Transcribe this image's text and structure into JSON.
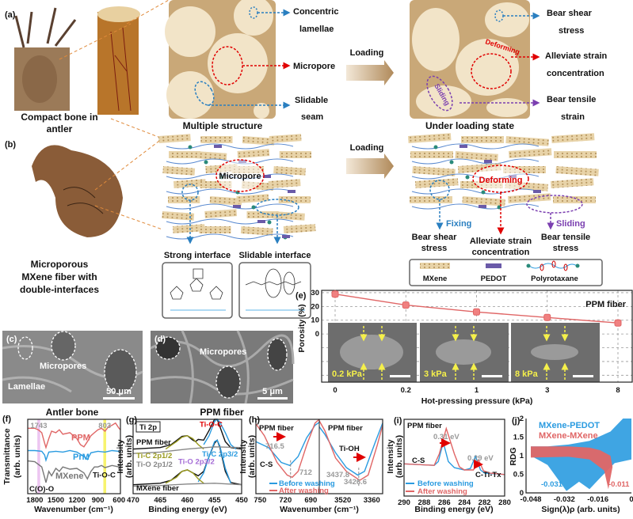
{
  "panel_a": {
    "label": "(a)",
    "deer_caption": [
      "Compact bone in",
      "antler"
    ],
    "structure_caption": "Multiple structure",
    "loaded_caption": "Under loading state",
    "loading": "Loading",
    "left_callouts": {
      "lamellae": [
        "Concentric",
        "lamellae"
      ],
      "micropore": "Micropore",
      "seam": [
        "Slidable",
        "seam"
      ]
    },
    "right_callouts": {
      "shear": [
        "Bear shear",
        "stress"
      ],
      "strain": [
        "Alleviate strain",
        "concentration"
      ],
      "tensile": [
        "Bear tensile",
        "strain"
      ]
    },
    "inset_tags": {
      "deforming": "Deforming",
      "sliding": "Sliding"
    }
  },
  "panel_b": {
    "label": "(b)",
    "fiber_caption": [
      "Microporous",
      "MXene fiber with",
      "double-interfaces"
    ],
    "micropore": "Micropore",
    "strong_interface": "Strong interface",
    "slidable_interface": "Slidable interface",
    "loading": "Loading",
    "deforming": "Deforming",
    "fixing": "Fixing",
    "sliding": "Sliding",
    "outcomes": {
      "shear": [
        "Bear shear",
        "stress"
      ],
      "strain": [
        "Alleviate strain",
        "concentration"
      ],
      "tensile": [
        "Bear tensile",
        "stress"
      ]
    },
    "legend": [
      "MXene",
      "PEDOT",
      "Polyrotaxane"
    ]
  },
  "panel_c": {
    "label": "(c)",
    "micropores": "Micropores",
    "lamellae": "Lamellae",
    "scale": "50 μm",
    "caption": "Antler bone"
  },
  "panel_d": {
    "label": "(d)",
    "micropores": "Micropores",
    "scale": "5 μm",
    "caption": "PPM fiber"
  },
  "colors": {
    "red": "#e06666",
    "blue": "#2a9be0",
    "gray": "#777777",
    "yellow": "#f5f04a",
    "pink": "#e9b8ee",
    "olive": "#9a9a1e",
    "purple": "#a46bd6",
    "darkred": "#e00000"
  },
  "chart_data": [
    {
      "id": "e",
      "label": "(e)",
      "type": "line",
      "categories": [
        "0",
        "0.2",
        "1",
        "3",
        "8"
      ],
      "values": [
        29,
        21,
        16,
        12,
        8
      ],
      "errors": [
        3,
        1.5,
        1.5,
        1.5,
        1.5
      ],
      "xlabel": "Hot-pressing pressure (kPa)",
      "ylabel": "Porosity (%)",
      "yticks": [
        30,
        20,
        10,
        0
      ],
      "ylim": [
        -35,
        31.7
      ],
      "grid": true,
      "series_name": "PPM fiber",
      "insets": [
        "0.2 kPa",
        "3 kPa",
        "8 kPa"
      ]
    },
    {
      "id": "f",
      "label": "(f)",
      "type": "line",
      "xlabel": "Wavenumber (cm⁻¹)",
      "ylabel": [
        "Transmittance",
        "(arb. units)"
      ],
      "xlim": [
        1900,
        580
      ],
      "ylim": [
        0,
        1
      ],
      "xticks": [
        1800,
        1500,
        1200,
        900,
        600
      ],
      "highlights": [
        1743,
        803
      ],
      "highlight_labels": [
        "1743",
        "803"
      ],
      "annotations": [
        "C(O)-O",
        "Ti-O-C"
      ],
      "series": [
        {
          "name": "PPM",
          "x": [
            1900,
            1800,
            1750,
            1700,
            1660,
            1640,
            1600,
            1560,
            1500,
            1450,
            1400,
            1300,
            1200,
            1150,
            1100,
            1050,
            1000,
            950,
            900,
            850,
            800,
            750,
            700,
            650,
            600,
            580
          ],
          "y": [
            0.88,
            0.88,
            0.86,
            0.82,
            0.68,
            0.62,
            0.74,
            0.84,
            0.82,
            0.86,
            0.8,
            0.82,
            0.74,
            0.66,
            0.63,
            0.7,
            0.78,
            0.82,
            0.86,
            0.88,
            0.84,
            0.9,
            0.92,
            0.95,
            0.88,
            0.86
          ]
        },
        {
          "name": "PrM",
          "x": [
            1900,
            1800,
            1700,
            1660,
            1640,
            1600,
            1500,
            1400,
            1300,
            1200,
            1100,
            1050,
            1000,
            900,
            800,
            700,
            600,
            580
          ],
          "y": [
            0.58,
            0.58,
            0.57,
            0.52,
            0.45,
            0.56,
            0.57,
            0.56,
            0.58,
            0.56,
            0.5,
            0.46,
            0.55,
            0.57,
            0.56,
            0.58,
            0.57,
            0.57
          ]
        },
        {
          "name": "MXene",
          "x": [
            1900,
            1800,
            1700,
            1660,
            1640,
            1600,
            1560,
            1500,
            1450,
            1400,
            1300,
            1200,
            1100,
            1050,
            1000,
            950,
            900,
            850,
            800,
            700,
            600,
            580
          ],
          "y": [
            0.44,
            0.43,
            0.36,
            0.22,
            0.15,
            0.3,
            0.24,
            0.34,
            0.3,
            0.36,
            0.33,
            0.34,
            0.28,
            0.2,
            0.3,
            0.36,
            0.36,
            0.38,
            0.35,
            0.38,
            0.36,
            0.36
          ]
        }
      ]
    },
    {
      "id": "g",
      "label": "(g)",
      "type": "line",
      "xlabel": "Binding energy (eV)",
      "ylabel": [
        "Intensity",
        "(arb. units)"
      ],
      "xlim": [
        470,
        450
      ],
      "ylim": [
        0,
        1
      ],
      "xticks": [
        470,
        465,
        460,
        455,
        450
      ],
      "box_label": "Ti 2p",
      "annotations": [
        "PPM fiber",
        "MXene fiber",
        "Ti-O-C",
        "Ti-C 2p1/2",
        "Ti-C 2p3/2",
        "Ti-O 2p1/2",
        "Ti-O 2p3/2"
      ],
      "series": [
        {
          "name": "PPM envelope",
          "x": [
            470,
            465,
            463,
            461,
            460,
            459,
            458.5,
            458,
            457,
            456,
            455,
            454.5,
            454,
            453,
            452,
            450
          ],
          "y": [
            0.6,
            0.62,
            0.66,
            0.77,
            0.78,
            0.72,
            0.7,
            0.73,
            0.72,
            0.85,
            1.0,
            1.0,
            0.9,
            0.7,
            0.62,
            0.6
          ]
        },
        {
          "name": "PPM Ti-C 2p3/2",
          "x": [
            457,
            456,
            455,
            454.5,
            454,
            453,
            452,
            451
          ],
          "y": [
            0.66,
            0.78,
            0.97,
            1.0,
            0.96,
            0.82,
            0.66,
            0.6
          ]
        },
        {
          "name": "PPM Ti-C 2p1/2",
          "x": [
            464,
            462,
            461,
            460,
            459,
            458,
            457
          ],
          "y": [
            0.6,
            0.7,
            0.76,
            0.78,
            0.74,
            0.66,
            0.6
          ]
        },
        {
          "name": "MXene envelope",
          "x": [
            470,
            465,
            463,
            461,
            460,
            459,
            458,
            457,
            456,
            455,
            454.5,
            454,
            453,
            452,
            450
          ],
          "y": [
            0.12,
            0.14,
            0.18,
            0.3,
            0.32,
            0.28,
            0.24,
            0.3,
            0.5,
            0.68,
            0.72,
            0.62,
            0.3,
            0.15,
            0.12
          ]
        },
        {
          "name": "MXene Ti-C 2p3/2",
          "x": [
            458,
            457,
            456,
            455,
            454.5,
            454,
            453,
            452
          ],
          "y": [
            0.16,
            0.28,
            0.5,
            0.7,
            0.72,
            0.64,
            0.34,
            0.14
          ]
        },
        {
          "name": "MXene Ti-C 2p1/2",
          "x": [
            464,
            462,
            461,
            460,
            459,
            458,
            457
          ],
          "y": [
            0.14,
            0.22,
            0.3,
            0.32,
            0.28,
            0.2,
            0.14
          ]
        },
        {
          "name": "Background PPM",
          "x": [
            470,
            465,
            460,
            455,
            450
          ],
          "y": [
            0.54,
            0.56,
            0.6,
            0.63,
            0.62
          ]
        },
        {
          "name": "Background MXene",
          "x": [
            470,
            465,
            460,
            455,
            450
          ],
          "y": [
            0.1,
            0.11,
            0.13,
            0.14,
            0.12
          ]
        }
      ]
    },
    {
      "id": "h",
      "label": "(h)",
      "type": "line",
      "xlabel": "Wavenumber (cm⁻¹)",
      "ylabel": [
        "Intensity",
        "(arb. units)"
      ],
      "xlim_left": [
        755,
        680
      ],
      "xlim_right": [
        3650,
        3300
      ],
      "ylim": [
        0,
        1
      ],
      "xticks_left": [
        750,
        720,
        690
      ],
      "xticks_right": [
        3520,
        3360
      ],
      "annotations": [
        "PPM fiber",
        "PPM fiber",
        "C-S",
        "Ti-OH",
        "716.5",
        "712",
        "3437.8",
        "3426.6"
      ],
      "legend": [
        "Before washing",
        "After washing"
      ],
      "series_left": [
        {
          "name": "Before washing",
          "x": [
            755,
            740,
            725,
            715,
            705,
            695,
            685,
            680
          ],
          "y": [
            0.7,
            0.62,
            0.42,
            0.38,
            0.5,
            0.75,
            0.92,
            0.96
          ]
        },
        {
          "name": "After washing",
          "x": [
            755,
            745,
            730,
            718,
            712,
            705,
            695,
            685,
            680
          ],
          "y": [
            0.94,
            0.78,
            0.42,
            0.25,
            0.22,
            0.3,
            0.65,
            0.95,
            1.0
          ]
        }
      ],
      "series_right": [
        {
          "name": "Before washing",
          "x": [
            3650,
            3620,
            3560,
            3500,
            3437.8,
            3400,
            3340,
            3300
          ],
          "y": [
            0.9,
            0.8,
            0.55,
            0.35,
            0.25,
            0.3,
            0.7,
            0.95
          ]
        },
        {
          "name": "After washing",
          "x": [
            3650,
            3620,
            3560,
            3500,
            3426.6,
            3380,
            3330,
            3300
          ],
          "y": [
            0.98,
            0.85,
            0.48,
            0.3,
            0.18,
            0.25,
            0.65,
            0.92
          ]
        }
      ]
    },
    {
      "id": "i",
      "label": "(i)",
      "type": "line",
      "xlabel": "Binding energy (eV)",
      "ylabel": [
        "Intensity",
        "(arb. units)"
      ],
      "xlim": [
        290,
        280
      ],
      "ylim": [
        0,
        1
      ],
      "xticks": [
        290,
        288,
        286,
        284,
        282,
        280
      ],
      "annotations": [
        "PPM fiber",
        "C-S",
        "0.31 eV",
        "0.29 eV",
        "C-Ti-Tx"
      ],
      "legend": [
        "Before washing",
        "After washing"
      ],
      "series": [
        {
          "name": "Before washing",
          "x": [
            290,
            287,
            286.6,
            286.1,
            285.6,
            285,
            284,
            283.4,
            282.9,
            282.4,
            282,
            280
          ],
          "y": [
            0.42,
            0.4,
            0.45,
            0.7,
            0.45,
            0.37,
            0.34,
            0.36,
            0.52,
            0.34,
            0.3,
            0.28
          ]
        },
        {
          "name": "After washing",
          "x": [
            290,
            287,
            286.5,
            285.8,
            285,
            284.5,
            284,
            283.1,
            282.6,
            282.1,
            281.5,
            280
          ],
          "y": [
            0.42,
            0.4,
            0.55,
            0.88,
            0.55,
            0.38,
            0.34,
            0.34,
            0.47,
            0.33,
            0.3,
            0.28
          ]
        }
      ]
    },
    {
      "id": "j",
      "label": "(j)",
      "type": "scatter",
      "xlabel": "Sign(λ)ρ (arb. units)",
      "ylabel": "RDG",
      "xlim": [
        -0.048,
        0
      ],
      "ylim": [
        0,
        2
      ],
      "xticks": [
        -0.048,
        -0.032,
        -0.016,
        0
      ],
      "yticks": [
        0,
        0.5,
        1,
        1.5,
        2
      ],
      "tick_labels_x": [
        "-0.048",
        "-0.032",
        "-0.016",
        "0"
      ],
      "tick_labels_y": [
        "0",
        "0.5",
        "1",
        "1.5",
        "2"
      ],
      "series": [
        {
          "name": "MXene-PEDOT",
          "min_label": "-0.031",
          "upper": [
            [
              -0.048,
              1.25
            ],
            [
              -0.04,
              1.25
            ],
            [
              -0.03,
              1.3
            ],
            [
              -0.02,
              1.4
            ],
            [
              -0.01,
              1.65
            ],
            [
              -0.004,
              2.0
            ],
            [
              0,
              2.0
            ]
          ],
          "lower": [
            [
              -0.048,
              1.0
            ],
            [
              -0.04,
              0.75
            ],
            [
              -0.031,
              0.05
            ],
            [
              -0.025,
              0.3
            ],
            [
              -0.02,
              0.1
            ],
            [
              -0.015,
              0.4
            ],
            [
              -0.008,
              0.8
            ],
            [
              0,
              0.9
            ]
          ]
        },
        {
          "name": "MXene-MXene",
          "min_label": "-0.011",
          "upper": [
            [
              -0.048,
              1.25
            ],
            [
              -0.03,
              1.25
            ],
            [
              -0.02,
              1.22
            ],
            [
              -0.015,
              1.15
            ],
            [
              -0.01,
              1.0
            ],
            [
              -0.009,
              0.7
            ]
          ],
          "lower": [
            [
              -0.048,
              0.95
            ],
            [
              -0.03,
              0.97
            ],
            [
              -0.02,
              0.9
            ],
            [
              -0.013,
              0.6
            ],
            [
              -0.011,
              0.1
            ],
            [
              -0.009,
              0.7
            ]
          ]
        }
      ]
    }
  ]
}
